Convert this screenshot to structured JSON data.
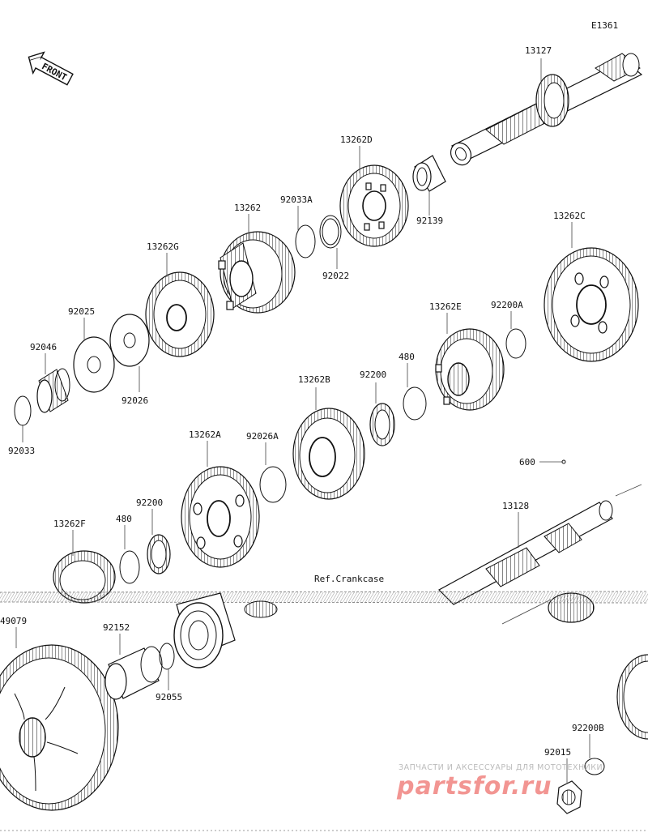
{
  "diagram": {
    "code": "E1361",
    "front_label": "FRONT",
    "ref_label": "Ref.Crankcase",
    "parts": {
      "p13127": "13127",
      "p13262D": "13262D",
      "p92139": "92139",
      "p13262": "13262",
      "p92033A": "92033A",
      "p92022": "92022",
      "p13262G": "13262G",
      "p92025": "92025",
      "p92046": "92046",
      "p92026": "92026",
      "p92033": "92033",
      "p13262C": "13262C",
      "p13262E": "13262E",
      "p92200A": "92200A",
      "p480a": "480",
      "p92200a": "92200",
      "p13262B": "13262B",
      "p13262A": "13262A",
      "p92026A": "92026A",
      "p600": "600",
      "p13128": "13128",
      "p92200b": "92200",
      "p480b": "480",
      "p13262F": "13262F",
      "p49079": "49079",
      "p92152": "92152",
      "p92055": "92055",
      "p92200B": "92200B",
      "p92015": "92015"
    }
  },
  "watermark": {
    "line1": "ЗАПЧАСТИ И АКСЕССУАРЫ ДЛЯ МОТОТЕХНИКИ",
    "line2": "partsfor.ru",
    "color": "#e8403a"
  }
}
